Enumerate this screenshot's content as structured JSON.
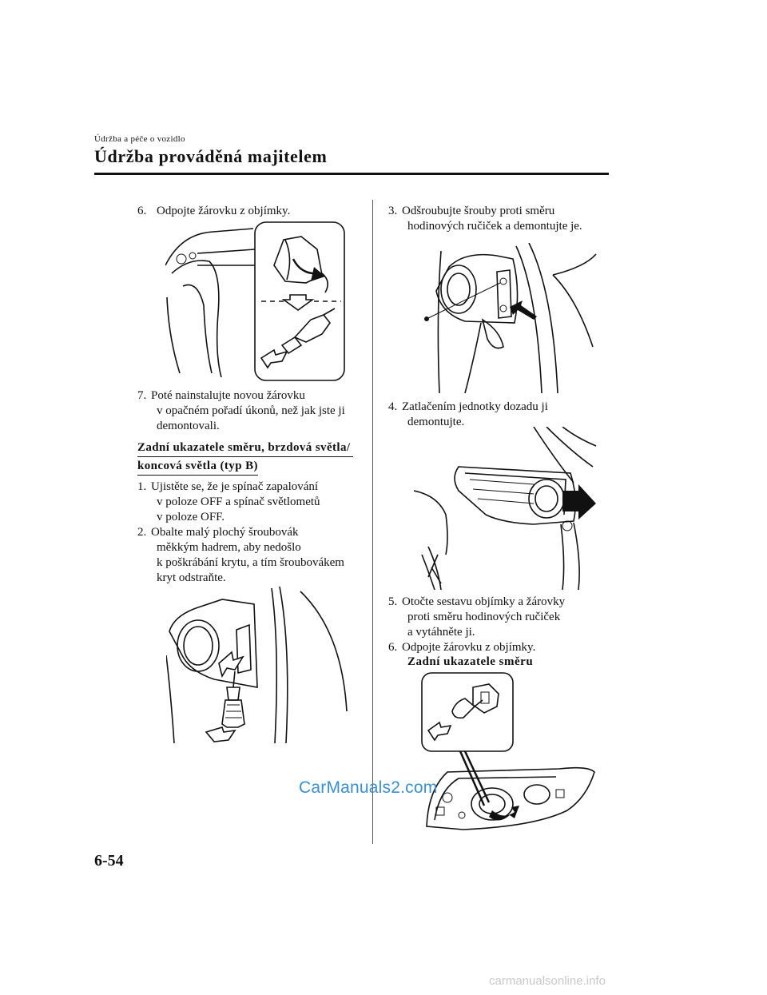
{
  "header": {
    "section_label": "Údržba a péče o vozidlo",
    "title": "Údržba prováděná majitelem"
  },
  "left_column": {
    "step6": {
      "num": "6.",
      "text": "Odpojte žárovku z objímky."
    },
    "step7": {
      "num": "7.",
      "lines": [
        "Poté nainstalujte novou žárovku",
        "v opačném pořadí úkonů, než jak jste ji",
        "demontovali."
      ]
    },
    "subheading": [
      "Zadní ukazatele směru, brzdová světla/",
      "koncová světla (typ B)"
    ],
    "step1": {
      "num": "1.",
      "lines": [
        "Ujistěte se, že je spínač zapalování",
        "v poloze OFF a spínač světlometů",
        "v poloze OFF."
      ]
    },
    "step2": {
      "num": "2.",
      "lines": [
        "Obalte malý plochý šroubovák",
        "měkkým hadrem, aby nedošlo",
        "k poškrábání krytu, a tím šroubovákem",
        "kryt odstraňte."
      ]
    }
  },
  "right_column": {
    "step3": {
      "num": "3.",
      "lines": [
        "Odšroubujte šrouby proti směru",
        "hodinových ručiček a demontujte je."
      ]
    },
    "step4": {
      "num": "4.",
      "lines": [
        "Zatlačením jednotky dozadu ji",
        "demontujte."
      ]
    },
    "step5": {
      "num": "5.",
      "lines": [
        "Otočte sestavu objímky a žárovky",
        "proti směru hodinových ručiček",
        "a vytáhněte ji."
      ]
    },
    "step6": {
      "num": "6.",
      "text": "Odpojte žárovku z objímky.",
      "caption": "Zadní ukazatele směru"
    }
  },
  "footer": {
    "page_number": "6-54",
    "watermark_left": "CarManuals2.com",
    "watermark_right": "carmanualsonline.info"
  }
}
